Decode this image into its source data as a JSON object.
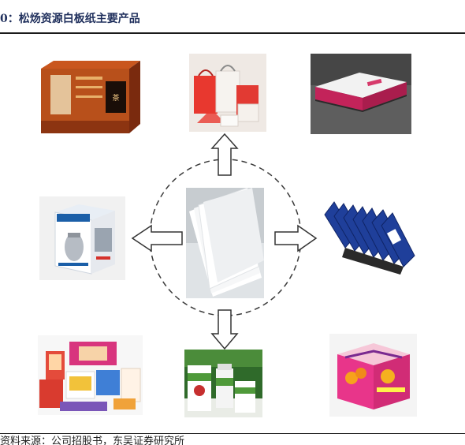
{
  "figure": {
    "title": "0：松炀资源白板纸主要产品",
    "source": "资料来源：公司招股书，东吴证券研究所"
  },
  "products": [
    {
      "name": "tea-gift-box"
    },
    {
      "name": "paper-shopping-bags"
    },
    {
      "name": "white-gift-box"
    },
    {
      "name": "appliance-packaging-box"
    },
    {
      "name": "white-paperboard-sheets"
    },
    {
      "name": "blue-document-envelopes"
    },
    {
      "name": "toy-and-food-boxes"
    },
    {
      "name": "health-supplement-bottles"
    },
    {
      "name": "fruit-gift-box"
    }
  ],
  "colors": {
    "title": "#1f2f5c",
    "rule": "#1b1b1b"
  }
}
